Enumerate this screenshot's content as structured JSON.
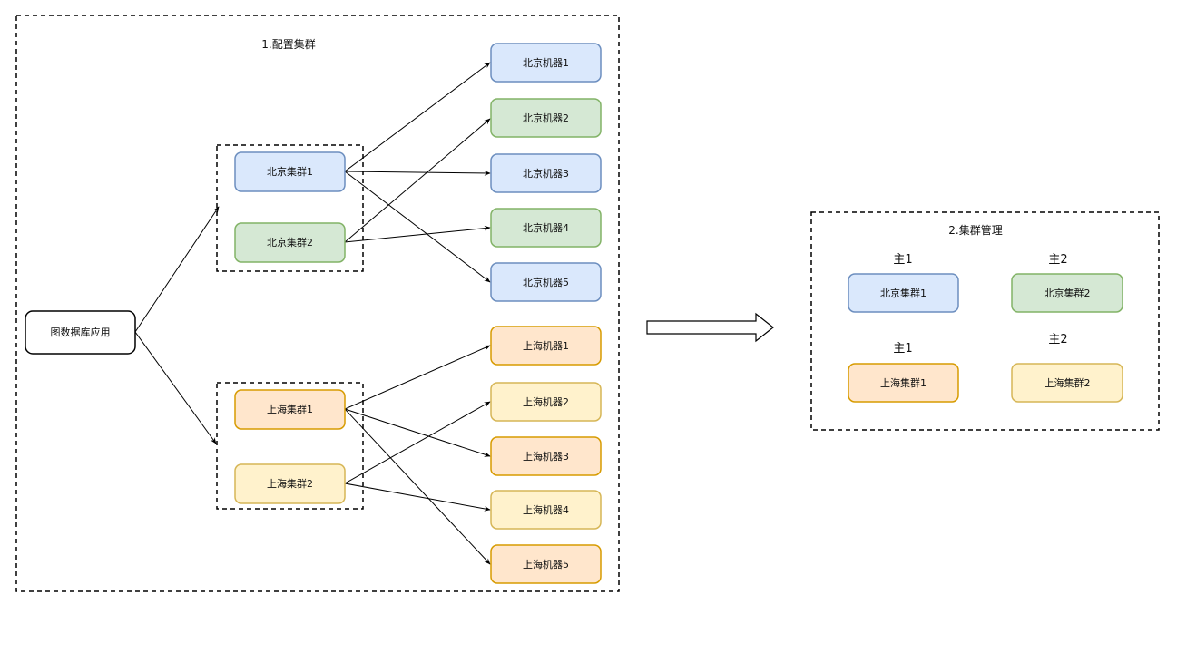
{
  "section1": {
    "title": "1.配置集群"
  },
  "section2": {
    "title": "2.集群管理"
  },
  "app": {
    "label": "图数据库应用"
  },
  "clusters": {
    "bj1": "北京集群1",
    "bj2": "北京集群2",
    "sh1": "上海集群1",
    "sh2": "上海集群2"
  },
  "machines": {
    "bj": [
      "北京机器1",
      "北京机器2",
      "北京机器3",
      "北京机器4",
      "北京机器5"
    ],
    "sh": [
      "上海机器1",
      "上海机器2",
      "上海机器3",
      "上海机器4",
      "上海机器5"
    ]
  },
  "management": {
    "roles": [
      "主1",
      "主2",
      "主1",
      "主2"
    ],
    "clusters": [
      "北京集群1",
      "北京集群2",
      "上海集群1",
      "上海集群2"
    ]
  },
  "colors": {
    "blue_fill": "#dae8fc",
    "blue_stroke": "#6c8ebf",
    "green_fill": "#d5e8d4",
    "green_stroke": "#82b366",
    "orange_fill": "#ffe6cc",
    "orange_stroke": "#d79b00",
    "yellow_fill": "#fff2cc",
    "yellow_stroke": "#d6b656"
  }
}
